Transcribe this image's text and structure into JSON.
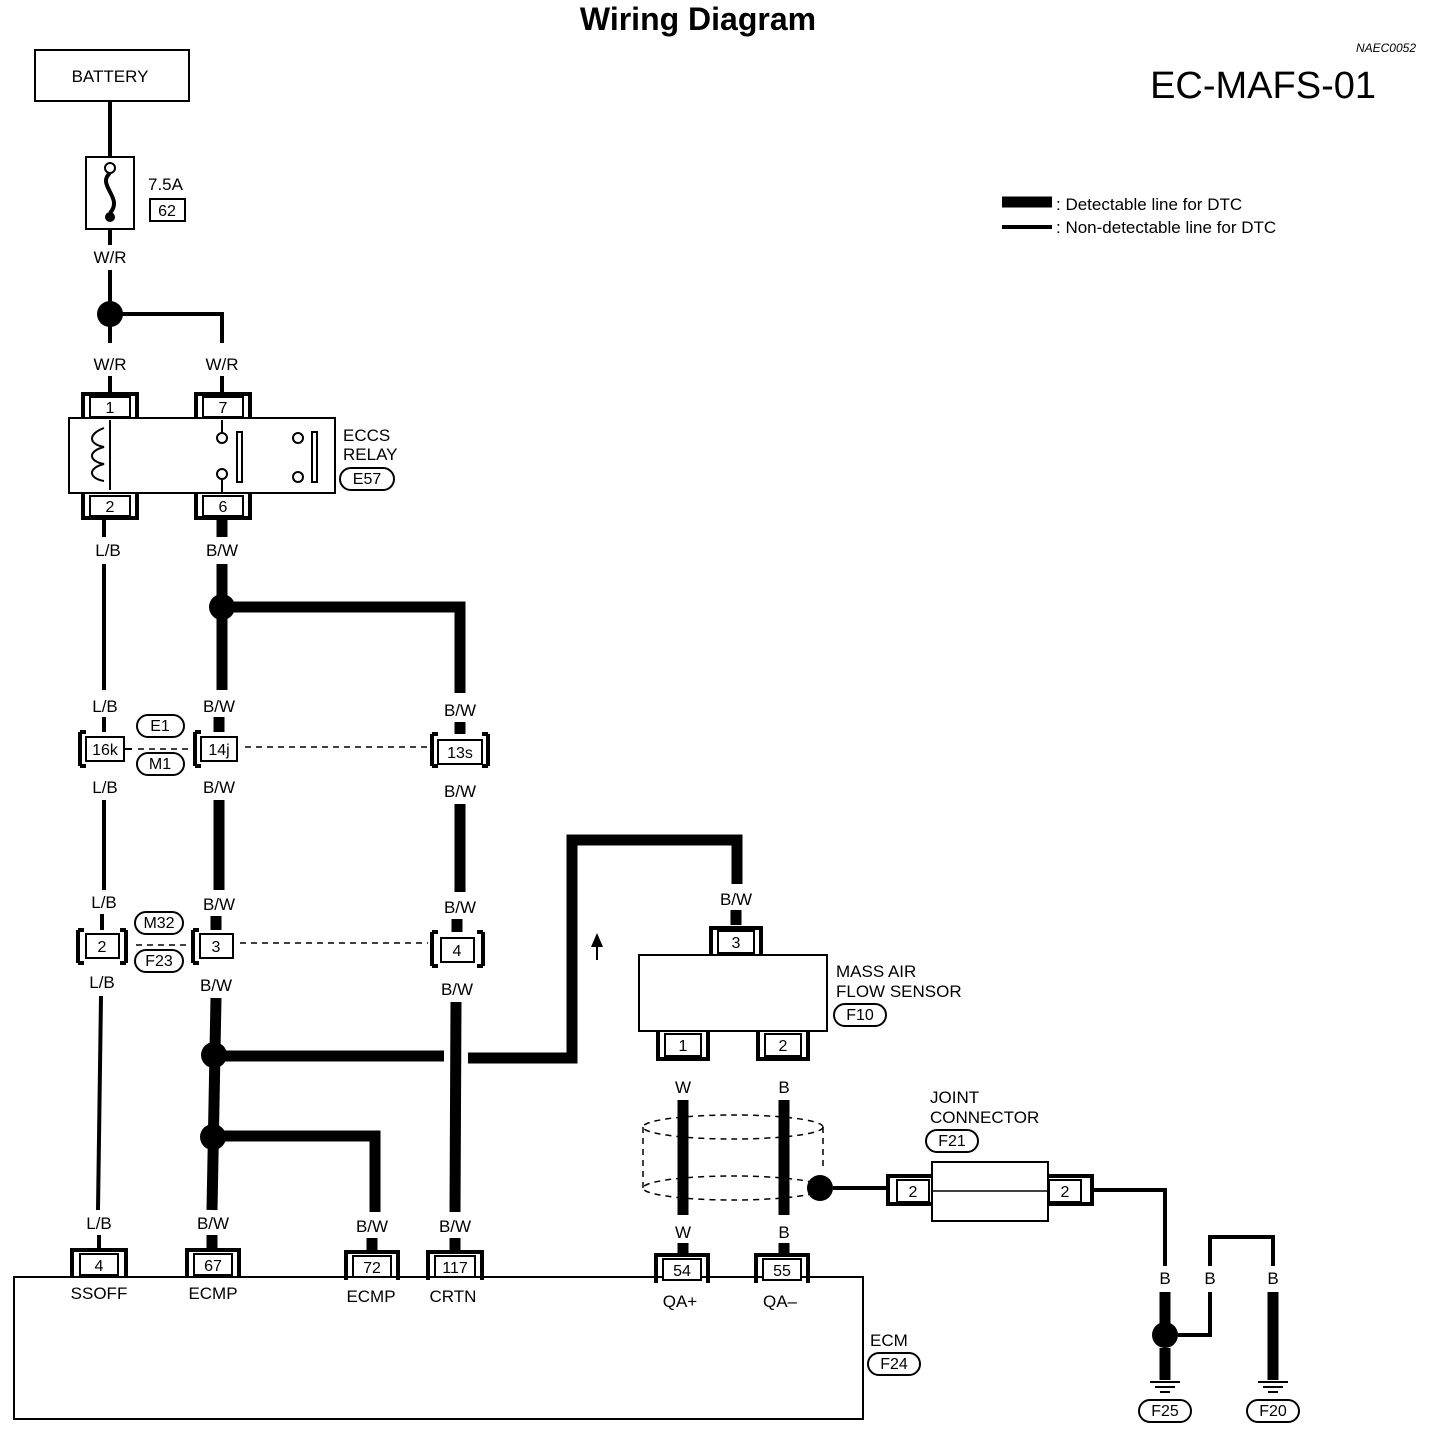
{
  "header": {
    "title": "Wiring Diagram",
    "ref_code": "NAEC0052",
    "diagram_code": "EC-MAFS-01"
  },
  "legend": {
    "detectable": ": Detectable line for DTC",
    "non_detectable": ": Non-detectable line for DTC"
  },
  "battery": {
    "label": "BATTERY"
  },
  "fuse": {
    "rating": "7.5A",
    "number": "62"
  },
  "relay": {
    "line1": "ECCS",
    "line2": "RELAY",
    "connector": "E57",
    "pins": [
      "1",
      "7",
      "2",
      "6"
    ]
  },
  "wires": {
    "wr": "W/R",
    "lb": "L/B",
    "bw": "B/W",
    "w": "W",
    "b": "B"
  },
  "connectors": {
    "e1": "E1",
    "m1": "M1",
    "m32": "M32",
    "f23": "F23",
    "pins_row1": [
      "16k",
      "14j",
      "13s"
    ],
    "pins_row2": [
      "2",
      "3",
      "4"
    ]
  },
  "maf": {
    "line1": "MASS AIR",
    "line2": "FLOW SENSOR",
    "connector": "F10",
    "pins": [
      "3",
      "1",
      "2"
    ]
  },
  "joint": {
    "line1": "JOINT",
    "line2": "CONNECTOR",
    "connector": "F21",
    "pins": [
      "2",
      "2"
    ]
  },
  "ecm": {
    "label": "ECM",
    "connector": "F24",
    "pins": [
      "4",
      "67",
      "72",
      "117",
      "54",
      "55"
    ],
    "terminals": [
      "SSOFF",
      "ECMP",
      "ECMP",
      "CRTN",
      "QA+",
      "QA–"
    ]
  },
  "grounds": [
    "F25",
    "F20"
  ]
}
